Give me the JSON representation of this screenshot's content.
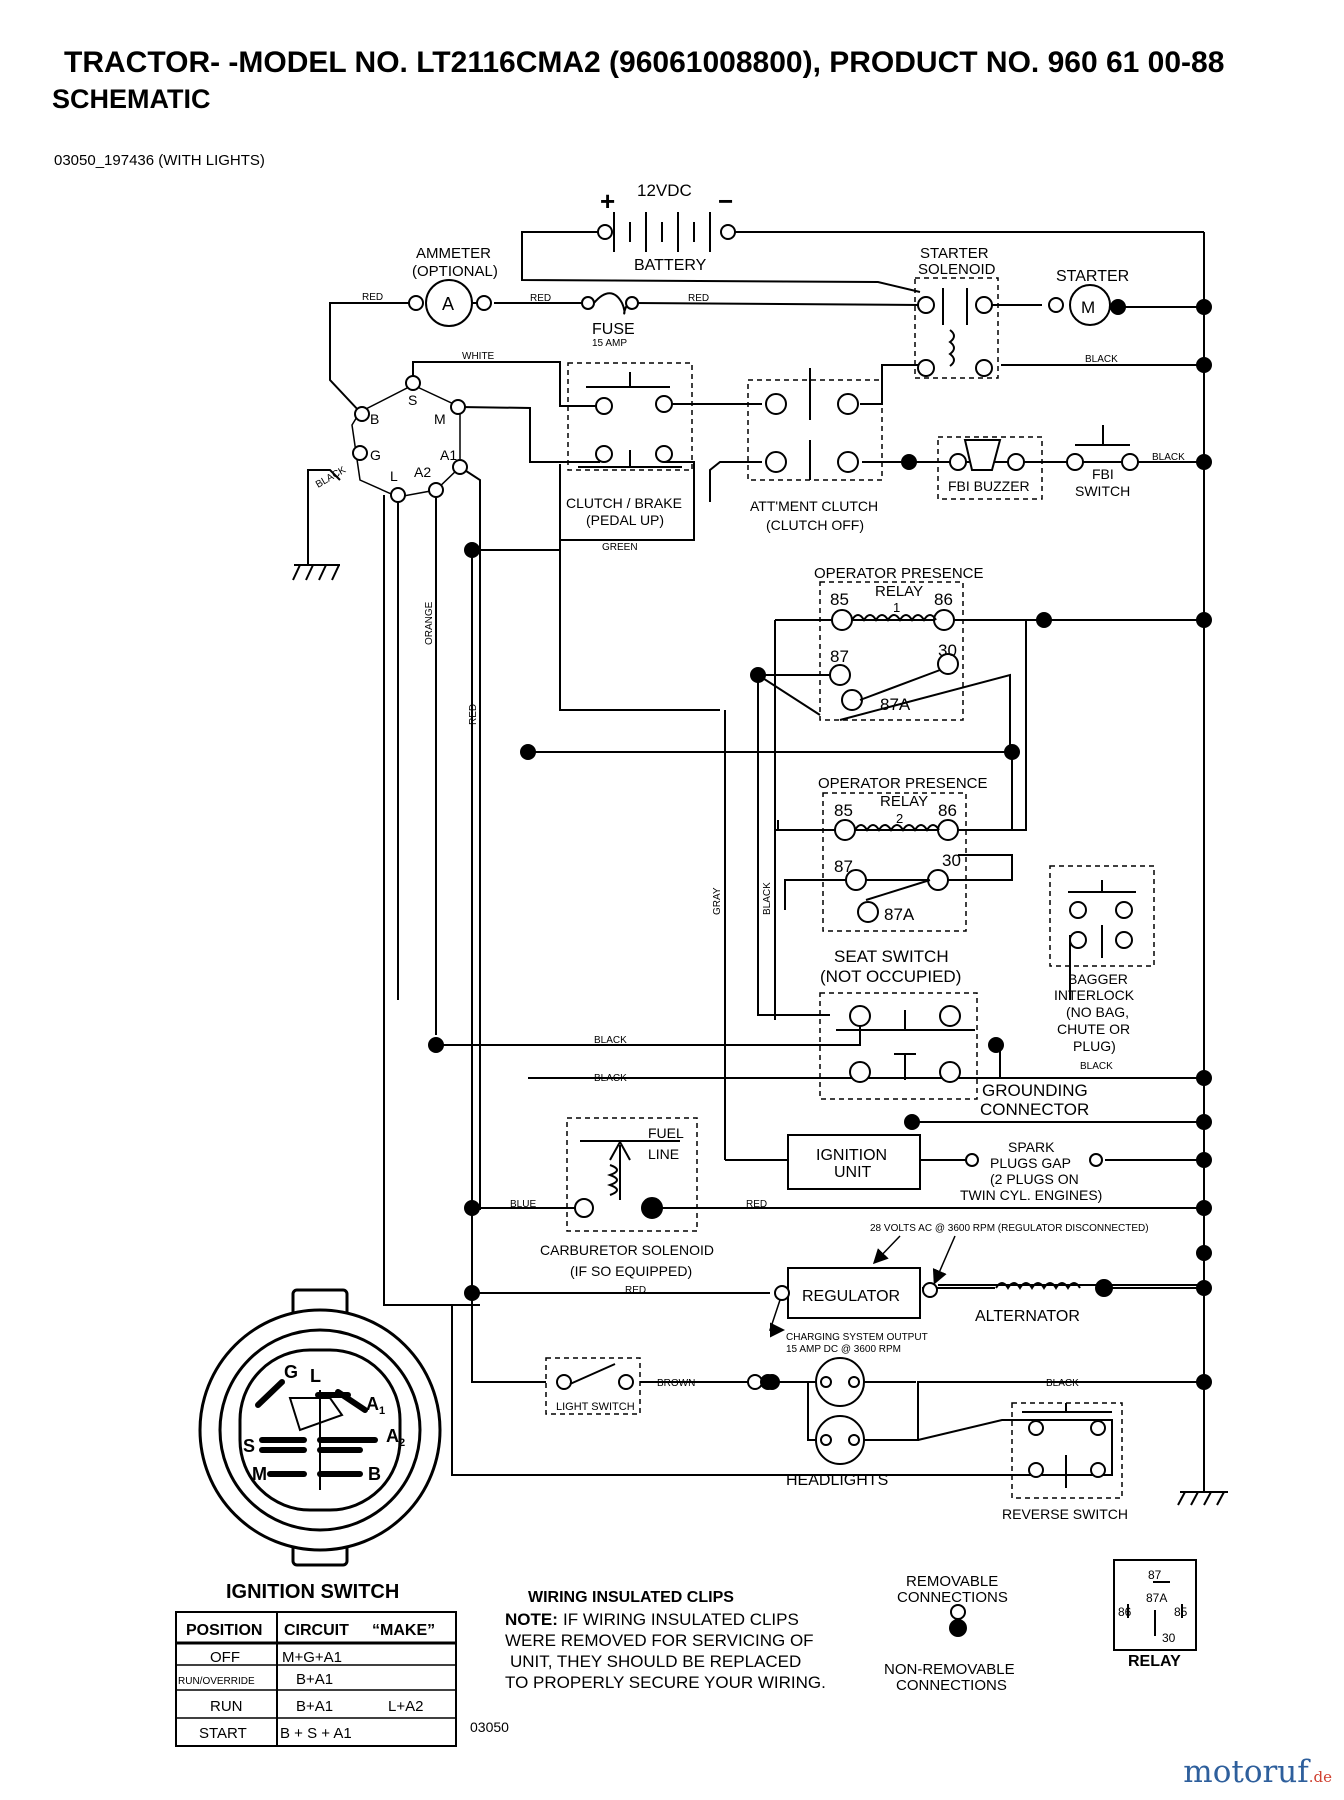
{
  "header": {
    "title": "TRACTOR- -MODEL NO. LT2116CMA2 (96061008800), PRODUCT NO. 960 61 00-88",
    "subtitle": "SCHEMATIC",
    "drawing_ref": "03050_197436 (WITH LIGHTS)"
  },
  "battery": {
    "voltage": "12VDC",
    "label": "BATTERY",
    "plus": "+",
    "minus": "−"
  },
  "ammeter": {
    "label1": "AMMETER",
    "label2": "(OPTIONAL)",
    "symbol": "A"
  },
  "fuse": {
    "label": "FUSE",
    "rating": "15 AMP"
  },
  "starter_solenoid": {
    "label1": "STARTER",
    "label2": "SOLENOID"
  },
  "starter": {
    "label": "STARTER",
    "symbol": "M"
  },
  "ign_terminals": {
    "B": "B",
    "G": "G",
    "S": "S",
    "M": "M",
    "L": "L",
    "A2": "A2",
    "A1": "A1"
  },
  "wires": {
    "red": "RED",
    "white": "WHITE",
    "black": "BLACK",
    "green": "GREEN",
    "orange": "ORANGE",
    "gray": "GRAY",
    "blue": "BLUE",
    "brown": "BROWN"
  },
  "clutch_brake": {
    "label1": "CLUTCH / BRAKE",
    "label2": "(PEDAL UP)"
  },
  "att_clutch": {
    "label1": "ATT'MENT CLUTCH",
    "label2": "(CLUTCH OFF)"
  },
  "fbi_buzzer": {
    "label": "FBI BUZZER"
  },
  "fbi_switch": {
    "label1": "FBI",
    "label2": "SWITCH"
  },
  "relay1": {
    "label1": "OPERATOR PRESENCE",
    "label2": "RELAY",
    "num": "1",
    "t85": "85",
    "t86": "86",
    "t87": "87",
    "t30": "30",
    "t87a": "87A"
  },
  "relay2": {
    "label1": "OPERATOR PRESENCE",
    "label2": "RELAY",
    "num": "2",
    "t85": "85",
    "t86": "86",
    "t87": "87",
    "t30": "30",
    "t87a": "87A"
  },
  "seat_switch": {
    "label1": "SEAT SWITCH",
    "label2": "(NOT OCCUPIED)"
  },
  "bagger": {
    "l1": "BAGGER",
    "l2": "INTERLOCK",
    "l3": "(NO BAG,",
    "l4": "CHUTE OR",
    "l5": "PLUG)"
  },
  "grounding": {
    "label1": "GROUNDING",
    "label2": "CONNECTOR"
  },
  "fuel_line": {
    "label1": "FUEL",
    "label2": "LINE"
  },
  "ignition_unit": {
    "label1": "IGNITION",
    "label2": "UNIT"
  },
  "spark": {
    "l1": "SPARK",
    "l2": "PLUGS GAP",
    "l3": "(2 PLUGS ON",
    "l4": "TWIN CYL. ENGINES)"
  },
  "carb": {
    "label1": "CARBURETOR SOLENOID",
    "label2": "(IF SO EQUIPPED)"
  },
  "voltage_note": "28 VOLTS AC @ 3600 RPM (REGULATOR DISCONNECTED)",
  "regulator": {
    "label": "REGULATOR"
  },
  "alternator": {
    "label": "ALTERNATOR"
  },
  "charging": {
    "l1": "CHARGING SYSTEM OUTPUT",
    "l2": "15 AMP DC @ 3600 RPM"
  },
  "light_switch": {
    "label": "LIGHT SWITCH"
  },
  "headlights": {
    "label": "HEADLIGHTS"
  },
  "reverse_switch": {
    "label": "REVERSE SWITCH"
  },
  "ign_switch_diagram": {
    "label": "IGNITION SWITCH",
    "G": "G",
    "L": "L",
    "A1": "A",
    "A1sub": "1",
    "A2": "A",
    "A2sub": "2",
    "S": "S",
    "M": "M",
    "B": "B"
  },
  "ign_table": {
    "headers": [
      "POSITION",
      "CIRCUIT",
      "“MAKE”"
    ],
    "rows": [
      {
        "position": "OFF",
        "circuit": "M+G+A1",
        "extra": ""
      },
      {
        "position": "RUN/OVERRIDE",
        "circuit": "B+A1",
        "extra": ""
      },
      {
        "position": "RUN",
        "circuit": "B+A1",
        "extra": "L+A2"
      },
      {
        "position": "START",
        "circuit": "B + S + A1",
        "extra": ""
      }
    ]
  },
  "clips_note": {
    "title": "WIRING INSULATED CLIPS",
    "note_label": "NOTE:",
    "line1": "IF WIRING INSULATED CLIPS",
    "line2": "WERE REMOVED FOR SERVICING OF",
    "line3": "UNIT, THEY SHOULD BE REPLACED",
    "line4": "TO PROPERLY SECURE YOUR WIRING."
  },
  "doc_number": "03050",
  "legend": {
    "removable1": "REMOVABLE",
    "removable2": "CONNECTIONS",
    "nonremovable1": "NON-REMOVABLE",
    "nonremovable2": "CONNECTIONS"
  },
  "relay_legend": {
    "label": "RELAY",
    "t87": "87",
    "t86": "86",
    "t87a": "87A",
    "t85": "85",
    "t30": "30"
  },
  "watermark": {
    "brand": "motoruf",
    "tld": ".de"
  }
}
